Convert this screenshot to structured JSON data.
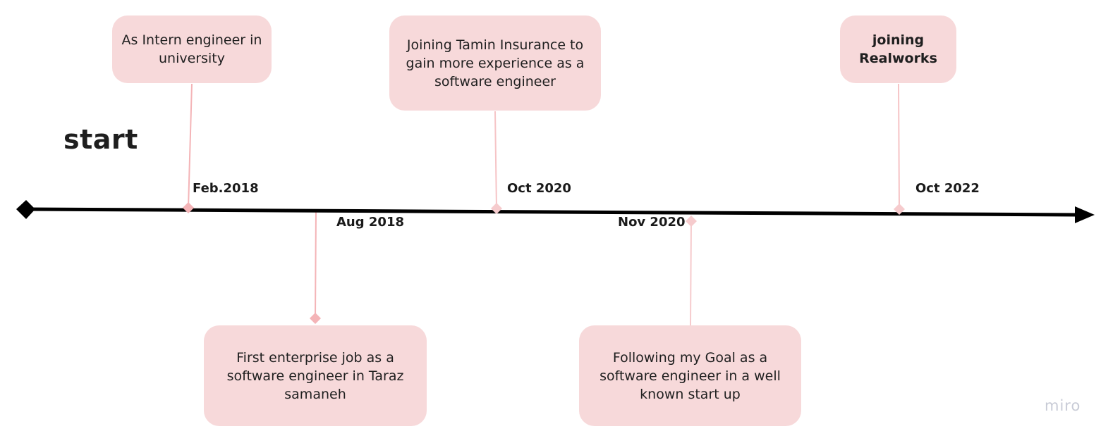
{
  "start_label": "start",
  "watermark": "miro",
  "colors": {
    "card_fill": "#f7d9da",
    "connector": "#f4b4b7",
    "axis": "#000000"
  },
  "events": [
    {
      "date": "Feb.2018",
      "text": "As Intern engineer in university"
    },
    {
      "date": "Aug 2018",
      "text": "First enterprise job as a software engineer in Taraz samaneh"
    },
    {
      "date": "Oct 2020",
      "text": "Joining Tamin Insurance to gain more experience as a software engineer"
    },
    {
      "date": "Nov 2020",
      "text": "Following my Goal as a software engineer in a well known start up"
    },
    {
      "date": "Oct 2022",
      "text": "joining Realworks"
    }
  ]
}
